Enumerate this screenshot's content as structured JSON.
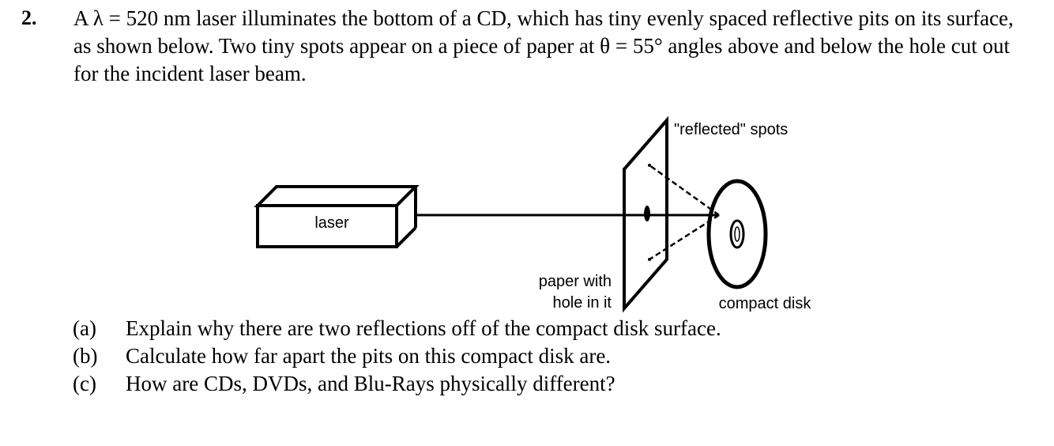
{
  "question": {
    "number": "2.",
    "stem": "A λ = 520 nm laser illuminates the bottom of a CD, which has tiny evenly spaced reflective pits on its surface, as shown below. Two tiny spots appear on a piece of paper at θ = 55° angles above and below the hole cut out for the incident laser beam."
  },
  "figure": {
    "laser_label": "laser",
    "spots_label": "\"reflected\" spots",
    "paper_label_line1": "paper with",
    "paper_label_line2": "hole in it",
    "disk_label": "compact disk"
  },
  "parts": [
    {
      "label": "(a)",
      "text": "Explain why there are two reflections off of the compact disk surface."
    },
    {
      "label": "(b)",
      "text": "Calculate how far apart the pits on this compact disk are."
    },
    {
      "label": "(c)",
      "text": "How are CDs, DVDs, and Blu-Rays physically different?"
    }
  ]
}
